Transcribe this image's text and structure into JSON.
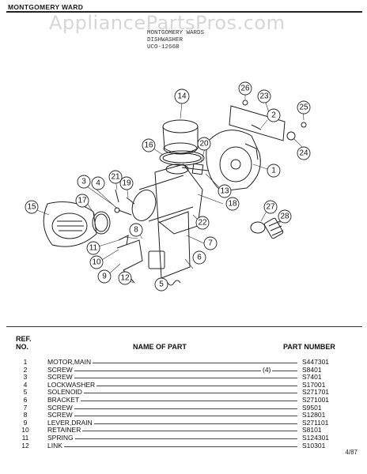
{
  "header": {
    "brand": "MONTGOMERY WARD",
    "watermark": "AppliancePartsPros.com",
    "subtitle_lines": [
      "MONTGOMERY WARDS",
      "DISHWASHER",
      "UCO-1266B"
    ]
  },
  "diagram": {
    "callouts": [
      "1",
      "2",
      "3",
      "4",
      "5",
      "6",
      "7",
      "8",
      "9",
      "10",
      "11",
      "12",
      "13",
      "14",
      "15",
      "16",
      "17",
      "18",
      "19",
      "20",
      "21",
      "22",
      "23",
      "24",
      "25",
      "26",
      "27",
      "28"
    ]
  },
  "parts_table": {
    "headers": {
      "ref_line1": "REF.",
      "ref_line2": "NO.",
      "name": "NAME OF PART",
      "part_number": "PART NUMBER"
    },
    "rows": [
      {
        "no": "1",
        "name": "MOTOR,MAIN",
        "qty": "",
        "pn": "S447301"
      },
      {
        "no": "2",
        "name": "SCREW",
        "qty": "(4)",
        "pn": "S8401"
      },
      {
        "no": "3",
        "name": "SCREW",
        "qty": "",
        "pn": "S7401"
      },
      {
        "no": "4",
        "name": "LOCKWASHER",
        "qty": "",
        "pn": "S17001"
      },
      {
        "no": "5",
        "name": "SOLENOID",
        "qty": "",
        "pn": "S271701"
      },
      {
        "no": "6",
        "name": "BRACKET",
        "qty": "",
        "pn": "S271001"
      },
      {
        "no": "7",
        "name": "SCREW",
        "qty": "",
        "pn": "S9501"
      },
      {
        "no": "8",
        "name": "SCREW",
        "qty": "",
        "pn": "S12801"
      },
      {
        "no": "9",
        "name": "LEVER,DRAIN",
        "qty": "",
        "pn": "S271101"
      },
      {
        "no": "10",
        "name": "RETAINER",
        "qty": "",
        "pn": "S8101"
      },
      {
        "no": "11",
        "name": "SPRING",
        "qty": "",
        "pn": "S124301"
      },
      {
        "no": "12",
        "name": "LINK",
        "qty": "",
        "pn": "S10301"
      }
    ]
  },
  "footer": {
    "date": "4/87"
  }
}
